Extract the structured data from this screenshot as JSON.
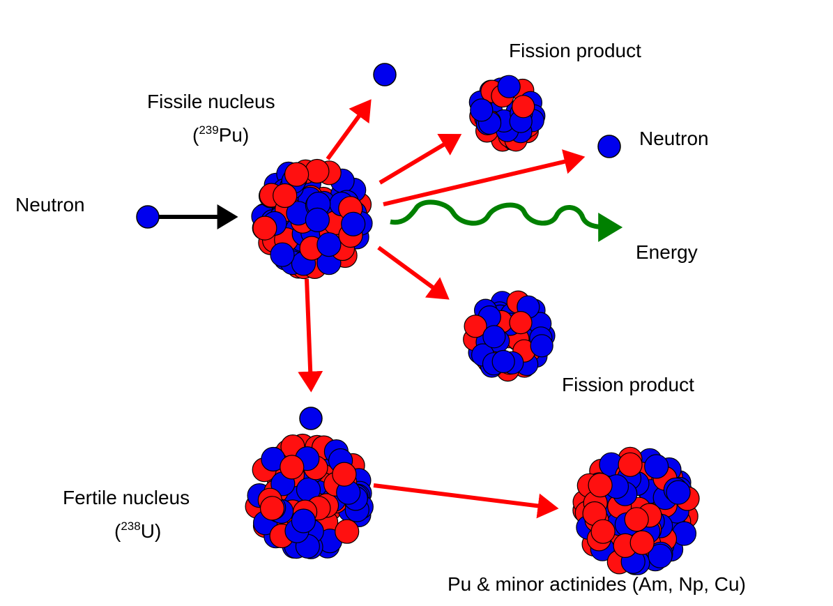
{
  "labels": {
    "incoming_neutron": "Neutron",
    "fissile_nucleus": "Fissile nucleus",
    "fissile_isotope_mass": "239",
    "fissile_isotope_symbol": "Pu",
    "fission_product_top": "Fission product",
    "emitted_neutron": "Neutron",
    "energy": "Energy",
    "fission_product_bottom": "Fission product",
    "fertile_nucleus": "Fertile nucleus",
    "fertile_isotope_mass": "238",
    "fertile_isotope_symbol": "U",
    "actinides": "Pu & minor actinides (Am, Np, Cu)"
  },
  "colors": {
    "neutron": "#0000ee",
    "proton": "#ff1010",
    "particle_outline": "#000000",
    "reaction_arrow": "#ff0000",
    "incoming_arrow": "#000000",
    "energy_wave": "#008000",
    "text": "#000000",
    "background": "#ffffff"
  }
}
